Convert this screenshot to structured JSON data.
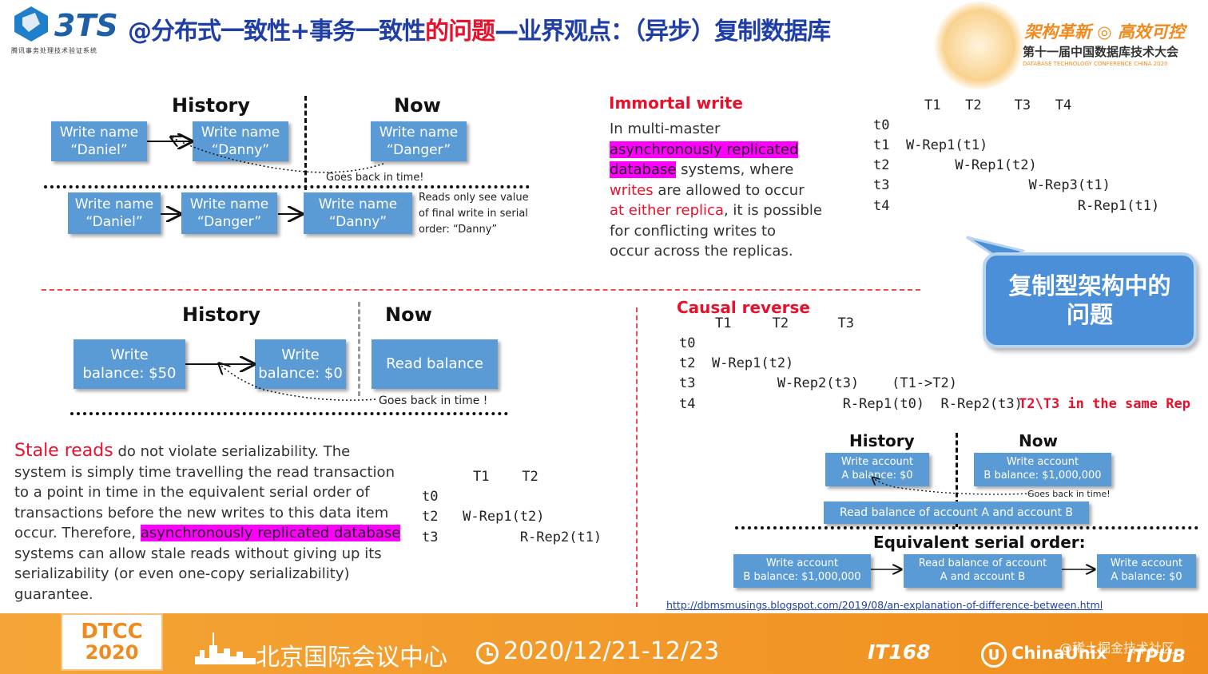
{
  "header": {
    "logo_text": "3TS",
    "logo_subtitle": "腾讯事务处理技术验证系统",
    "title_prefix": "@分布式一致性+事务一致性",
    "title_red": "的问题",
    "title_suffix": "—业界观点：（异步）复制数据库",
    "slogan": "架构革新 ◎ 高效可控",
    "conf_name": "第十一届中国数据库技术大会",
    "conf_en": "DATABASE TECHNOLOGY CONFERENCE CHINA 2020"
  },
  "diagram1": {
    "history": "History",
    "now": "Now",
    "box_daniel": "Write name\n“Daniel”",
    "box_danny": "Write name\n“Danny”",
    "box_danger": "Write name\n“Danger”",
    "goes_back": "Goes back in time!",
    "row2_daniel": "Write name\n“Daniel”",
    "row2_danger": "Write name\n“Danger”",
    "row2_danny": "Write name\n“Danny”",
    "reads_note": "Reads only see value\nof final write in serial\norder: “Danny”"
  },
  "immortal": {
    "heading": "Immortal write",
    "line1": "In multi-master",
    "hl1": "asynchronously replicated",
    "hl2": "database",
    "line3": " systems, where",
    "red1": "writes",
    "line4": " are allowed to occur",
    "red2": "at either replica",
    "line5": ", it is possible",
    "line6": "for conflicting writes to",
    "line7": "occur across the replicas."
  },
  "schedule1": {
    "cols": "T1   T2    T3   T4",
    "rows": [
      "t0",
      "t1  W-Rep1(t1)",
      "t2        W-Rep1(t2)",
      "t3                 W-Rep3(t1)",
      "t4                       R-Rep1(t1)"
    ]
  },
  "callout": "复制型架构中的\n问题",
  "diagram2": {
    "history": "History",
    "now": "Now",
    "box1": "Write\nbalance: $50",
    "box2": "Write\nbalance: $0",
    "box3": "Read balance",
    "goes_back": "Goes back in time !"
  },
  "stale": {
    "heading": "Stale reads",
    "line1": " do not violate serializability. The",
    "line2": "system is simply time travelling the read transaction",
    "line3": "to a point in time in the equivalent serial order of",
    "line4": "transactions before the new writes to this data item",
    "line5a": "occur. Therefore, ",
    "hl": "asynchronously replicated database",
    "line6": "systems can allow stale reads without giving up its",
    "line7": "serializability (or even one-copy serializability)",
    "line8": "guarantee."
  },
  "schedule2": {
    "cols": "T1    T2",
    "rows": [
      "t0",
      "t2   W-Rep1(t2)",
      "t3          R-Rep2(t1)"
    ]
  },
  "causal": {
    "heading": "Causal reverse",
    "cols": "T1     T2      T3",
    "rows": [
      "t0",
      "t2  W-Rep1(t2)",
      "t3          W-Rep2(t3)    (T1->T2)",
      "t4                  R-Rep1(t0)  R-Rep2(t3)"
    ],
    "red_note": "T2\\T3 in the same Rep"
  },
  "diagram3": {
    "history": "History",
    "now": "Now",
    "boxA": "Write account\nA balance: $0",
    "boxB": "Write account\nB balance: $1,000,000",
    "goes_back": "Goes back in time!",
    "read_box": "Read balance of account A and account B",
    "equiv": "Equivalent serial order:",
    "e1": "Write account\nB balance: $1,000,000",
    "e2": "Read balance of account\nA and account B",
    "e3": "Write account\nA balance: $0",
    "link": "http://dbmsmusings.blogspot.com/2019/08/an-explanation-of-difference-between.html"
  },
  "footer": {
    "dtcc": "DTCC",
    "year": "2020",
    "venue": "北京国际会议中心",
    "date": "2020/12/21-12/23",
    "sponsor1": "IT168",
    "sponsor2": "ChinaUnix",
    "sponsor3": "ITPUB",
    "watermark": "@稀土掘金技术社区"
  },
  "colors": {
    "box": "#5b9bd5",
    "footer": "#f39a2b",
    "red": "#e8112d",
    "magenta": "#ff00ff",
    "title_blue": "#1f3fa6"
  }
}
